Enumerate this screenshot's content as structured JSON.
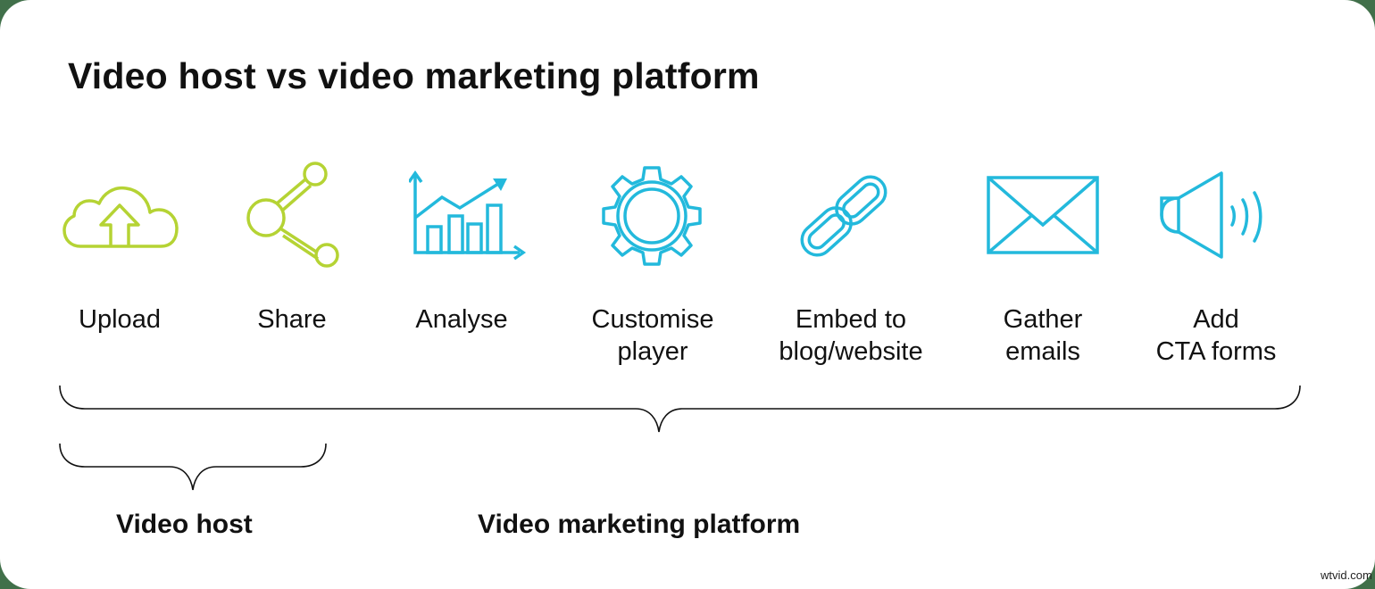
{
  "title": "Video host vs video marketing platform",
  "colors": {
    "background_frame": "#41704a",
    "card": "#ffffff",
    "host_icons": "#b5d334",
    "platform_icons": "#23b9dc",
    "text": "#111111"
  },
  "features": [
    {
      "icon": "cloud-upload-icon",
      "label": "Upload",
      "group": "host"
    },
    {
      "icon": "share-icon",
      "label": "Share",
      "group": "host"
    },
    {
      "icon": "analytics-chart-icon",
      "label": "Analyse",
      "group": "platform"
    },
    {
      "icon": "gear-icon",
      "label": "Customise player",
      "line1": "Customise",
      "line2": "player",
      "group": "platform"
    },
    {
      "icon": "link-icon",
      "label": "Embed to blog/website",
      "line1": "Embed to",
      "line2": "blog/website",
      "group": "platform"
    },
    {
      "icon": "envelope-icon",
      "label": "Gather emails",
      "line1": "Gather",
      "line2": "emails",
      "group": "platform"
    },
    {
      "icon": "megaphone-icon",
      "label": "Add CTA forms",
      "line1": "Add",
      "line2": "CTA forms",
      "group": "platform"
    }
  ],
  "groups": {
    "host_label": "Video host",
    "platform_label": "Video marketing platform"
  },
  "watermark": "wtvid.com"
}
